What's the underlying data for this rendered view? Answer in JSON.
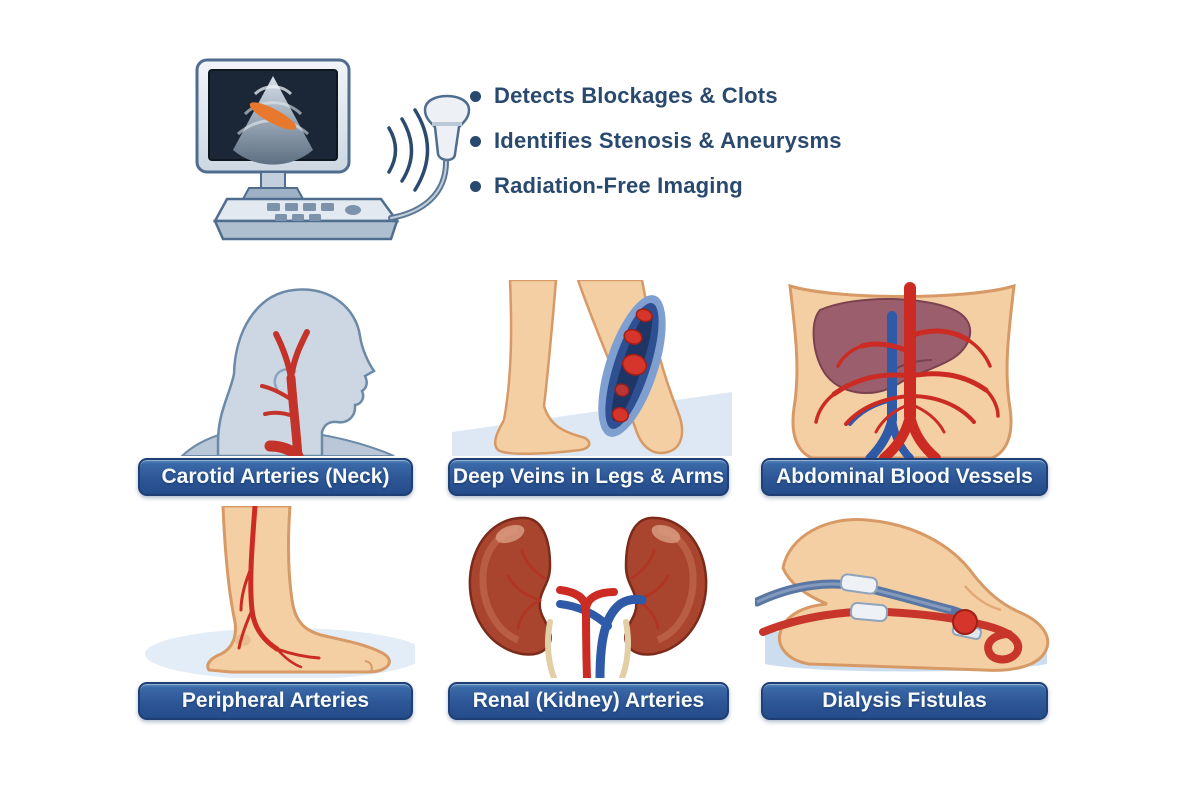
{
  "features": {
    "items": [
      "Detects Blockages & Clots",
      "Identifies Stenosis & Aneurysms",
      "Radiation-Free Imaging"
    ]
  },
  "panels": [
    {
      "label": "Carotid Arteries (Neck)",
      "illustration": "head-neck-carotid-arteries"
    },
    {
      "label": "Deep Veins in Legs & Arms",
      "illustration": "legs-deep-vein-clots"
    },
    {
      "label": "Abdominal Blood Vessels",
      "illustration": "abdomen-liver-aorta-vessels"
    },
    {
      "label": "Peripheral Arteries",
      "illustration": "lower-leg-foot-arteries"
    },
    {
      "label": "Renal (Kidney) Arteries",
      "illustration": "kidneys-renal-vessels"
    },
    {
      "label": "Dialysis Fistulas",
      "illustration": "arm-dialysis-fistula"
    }
  ],
  "icons": {
    "machine": "ultrasound-machine-with-probe"
  },
  "colors": {
    "bullet_text": "#29496e",
    "label_gradient_top": "#3a68a6",
    "label_gradient_bottom": "#254c8a",
    "label_border": "#1e4074",
    "label_text": "#f7fafd",
    "artery_red": "#c8352a",
    "vein_blue": "#2f5aa8",
    "skin": "#f4cfa4",
    "skin_outline": "#d79a66",
    "silhouette_blue_gray": "#ccd7e3",
    "liver": "#9a5e6c",
    "kidney": "#a9452f",
    "doppler_orange": "#e8782e"
  }
}
